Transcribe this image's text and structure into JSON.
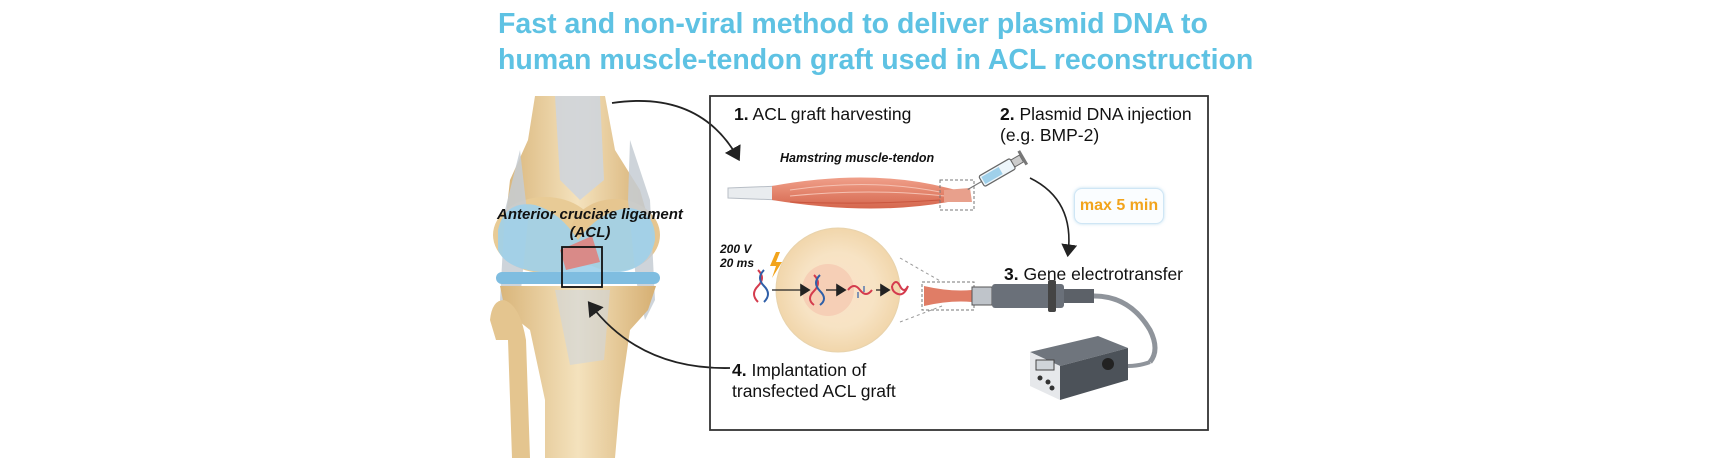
{
  "title": {
    "line1": "Fast and non-viral method to deliver plasmid DNA to",
    "line2": "human muscle-tendon graft used in ACL reconstruction"
  },
  "knee": {
    "acl_label_line1": "Anterior cruciate ligament",
    "acl_label_line2": "(ACL)"
  },
  "steps": {
    "step1": {
      "number": "1.",
      "text": "ACL graft harvesting"
    },
    "step2": {
      "number": "2.",
      "text_line1": "Plasmid DNA injection",
      "text_line2": "(e.g. BMP-2)"
    },
    "step3": {
      "number": "3.",
      "text": "Gene electrotransfer"
    },
    "step4": {
      "number": "4.",
      "text_line1": "Implantation of",
      "text_line2": "transfected ACL graft"
    }
  },
  "graft_label": "Hamstring muscle-tendon",
  "time_badge": "max 5 min",
  "pulse": {
    "voltage": "200 V",
    "duration": "20 ms"
  },
  "colors": {
    "title": "#5ec2e3",
    "badge_text": "#f2a41c",
    "muscle": "#e07d66",
    "bone": "#e9cfa0",
    "cartilage": "#9fd0ea"
  }
}
